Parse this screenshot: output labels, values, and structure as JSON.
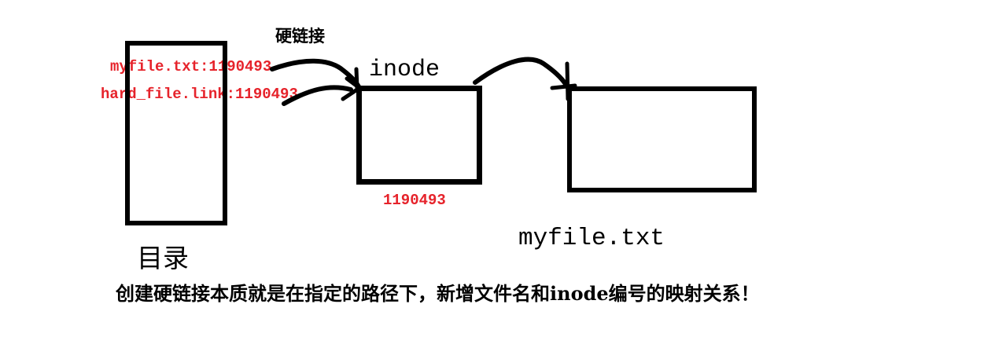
{
  "diagram": {
    "hard_link_label": "硬链接",
    "directory": {
      "box_label": "目录",
      "entries": [
        {
          "text": "myfile.txt:1190493"
        },
        {
          "text": "hard_file.link:1190493"
        }
      ]
    },
    "inode": {
      "label": "inode",
      "number": "1190493"
    },
    "data_block": {
      "label": "myfile.txt"
    },
    "caption": "创建硬链接本质就是在指定的路径下，新增文件名和inode编号的映射关系！",
    "colors": {
      "ink": "#000000",
      "highlight_red": "#e6232b",
      "background": "#ffffff"
    }
  }
}
